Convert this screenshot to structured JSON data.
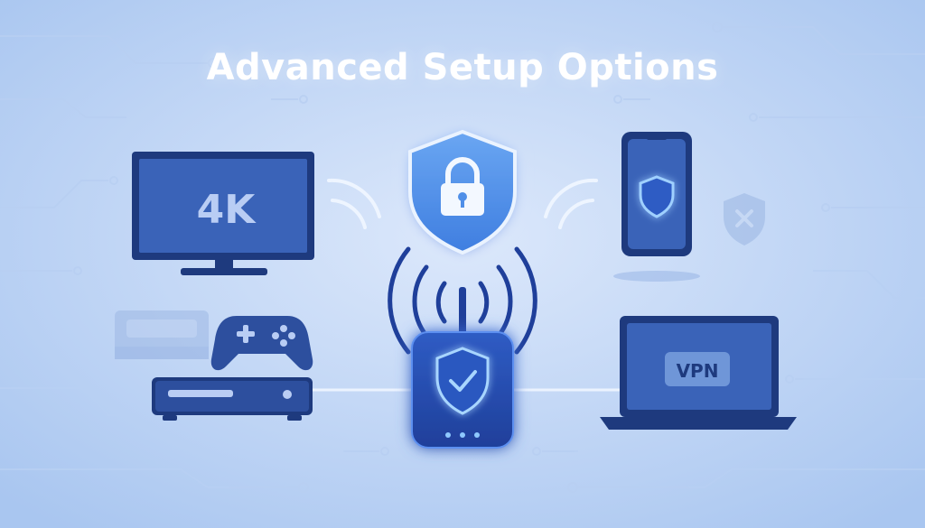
{
  "title": "Advanced Setup Options",
  "devices": {
    "tv": {
      "label": "4K"
    },
    "laptop": {
      "label": "VPN"
    }
  },
  "colors": {
    "background_light": "#cfe0f8",
    "background_dark": "#a9c6f0",
    "device_fill": "#2d4f9e",
    "device_outline": "#1e3a7e",
    "screen_fill": "#3a63b8",
    "glow": "#6fb3ff",
    "shield_fill": "#4f8fe8",
    "faded_icon": "#9bb6e3"
  },
  "icons": [
    "tv-icon",
    "shield-lock-icon",
    "smartphone-icon",
    "shield-x-icon",
    "bed-icon",
    "gamepad-icon",
    "set-top-box-icon",
    "router-icon",
    "shield-check-icon",
    "laptop-icon",
    "wifi-waves-icon"
  ]
}
